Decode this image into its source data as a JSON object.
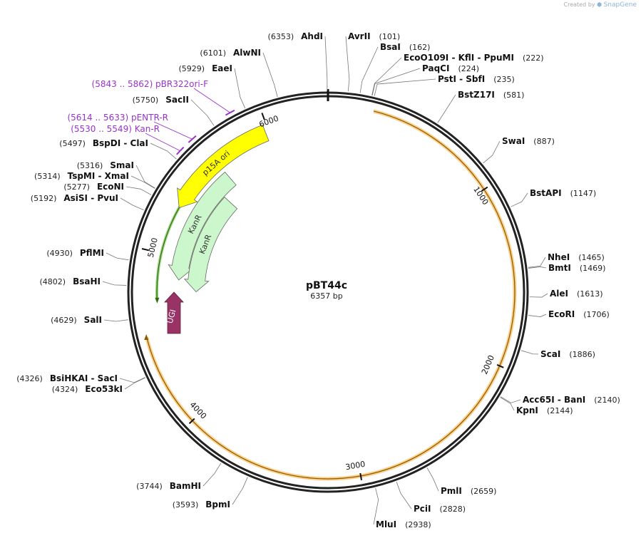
{
  "credit": {
    "prefix": "Created by",
    "brand": "SnapGene"
  },
  "plasmid": {
    "name": "pBT44c",
    "length_label": "6357 bp",
    "length": 6357
  },
  "colors": {
    "orange_feature": "#f5a623",
    "green_feature": "#5cb82e",
    "kanr": "#ccf7cc",
    "ori": "#ffff00",
    "ugi": "#993366",
    "primer": "#9933cc"
  },
  "ticks": [
    {
      "bp": 1000,
      "label": "1000"
    },
    {
      "bp": 2000,
      "label": "2000"
    },
    {
      "bp": 3000,
      "label": "3000"
    },
    {
      "bp": 4000,
      "label": "4000"
    },
    {
      "bp": 5000,
      "label": "5000"
    },
    {
      "bp": 6000,
      "label": "6000"
    }
  ],
  "features": [
    {
      "label": "p15A ori",
      "start": 5290,
      "end": 5980,
      "color": "#ffff00",
      "ring": "ori"
    },
    {
      "label": "KanR",
      "start": 4850,
      "end": 5640,
      "color": "#ccf7cc",
      "ring": "kan1"
    },
    {
      "label": "KanR",
      "start": 4770,
      "end": 5520,
      "color": "#ccf7cc",
      "ring": "kan2"
    },
    {
      "label": "UGI",
      "start": 4640,
      "end": 4720,
      "color": "#993366",
      "ring": "ugi"
    }
  ],
  "sites_right": [
    {
      "name": "AvrII",
      "pos": "(101)",
      "bp": 101
    },
    {
      "name": "BsaI",
      "pos": "(162)",
      "bp": 162
    },
    {
      "name": "EcoO109I  -  KflI  -  PpuMI",
      "pos": "(222)",
      "bp": 222
    },
    {
      "name": "PaqCI",
      "pos": "(224)",
      "bp": 224
    },
    {
      "name": "PstI  -  SbfI",
      "pos": "(235)",
      "bp": 235
    },
    {
      "name": "BstZ17I",
      "pos": "(581)",
      "bp": 581
    },
    {
      "name": "SwaI",
      "pos": "(887)",
      "bp": 887
    },
    {
      "name": "BstAPI",
      "pos": "(1147)",
      "bp": 1147
    },
    {
      "name": "NheI",
      "pos": "(1465)",
      "bp": 1465
    },
    {
      "name": "BmtI",
      "pos": "(1469)",
      "bp": 1469
    },
    {
      "name": "AleI",
      "pos": "(1613)",
      "bp": 1613
    },
    {
      "name": "EcoRI",
      "pos": "(1706)",
      "bp": 1706
    },
    {
      "name": "ScaI",
      "pos": "(1886)",
      "bp": 1886
    },
    {
      "name": "Acc65I  -  BanI",
      "pos": "(2140)",
      "bp": 2140
    },
    {
      "name": "KpnI",
      "pos": "(2144)",
      "bp": 2144
    },
    {
      "name": "PmlI",
      "pos": "(2659)",
      "bp": 2659
    },
    {
      "name": "PciI",
      "pos": "(2828)",
      "bp": 2828
    },
    {
      "name": "MluI",
      "pos": "(2938)",
      "bp": 2938
    }
  ],
  "sites_left": [
    {
      "name": "AhdI",
      "pos": "(6353)",
      "bp": 6353
    },
    {
      "name": "AlwNI",
      "pos": "(6101)",
      "bp": 6101
    },
    {
      "name": "EaeI",
      "pos": "(5929)",
      "bp": 5929
    },
    {
      "name": "SacII",
      "pos": "(5750)",
      "bp": 5750
    },
    {
      "name": "BspDI  -  ClaI",
      "pos": "(5497)",
      "bp": 5497
    },
    {
      "name": "SmaI",
      "pos": "(5316)",
      "bp": 5316
    },
    {
      "name": "TspMI  -  XmaI",
      "pos": "(5314)",
      "bp": 5314
    },
    {
      "name": "EcoNI",
      "pos": "(5277)",
      "bp": 5277
    },
    {
      "name": "AsiSI  -  PvuI",
      "pos": "(5192)",
      "bp": 5192
    },
    {
      "name": "PflMI",
      "pos": "(4930)",
      "bp": 4930
    },
    {
      "name": "BsaHI",
      "pos": "(4802)",
      "bp": 4802
    },
    {
      "name": "SalI",
      "pos": "(4629)",
      "bp": 4629
    },
    {
      "name": "BsiHKAI  -  SacI",
      "pos": "(4326)",
      "bp": 4326
    },
    {
      "name": "Eco53kI",
      "pos": "(4324)",
      "bp": 4324
    },
    {
      "name": "BamHI",
      "pos": "(3744)",
      "bp": 3744
    },
    {
      "name": "BpmI",
      "pos": "(3593)",
      "bp": 3593
    }
  ],
  "primers": [
    {
      "label": "(5843 .. 5862)  pBR322ori-F",
      "bp": 5852
    },
    {
      "label": "(5614 .. 5633)  pENTR-R",
      "bp": 5623
    },
    {
      "label": "(5530 .. 5549)  Kan-R",
      "bp": 5540
    }
  ]
}
